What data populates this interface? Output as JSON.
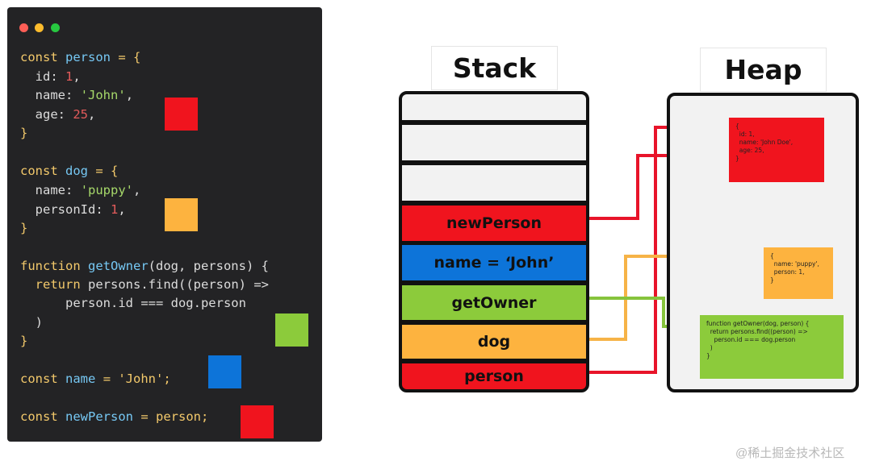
{
  "code": {
    "person_decl": [
      "const",
      "person",
      "= {"
    ],
    "person_id": [
      "id:",
      "1",
      ","
    ],
    "person_name": [
      "name:",
      "'John'",
      ","
    ],
    "person_age": [
      "age:",
      "25",
      ","
    ],
    "close1": "}",
    "dog_decl": [
      "const",
      "dog",
      "= {"
    ],
    "dog_name": [
      "name:",
      "'puppy'",
      ","
    ],
    "dog_personId": [
      "personId:",
      "1",
      ","
    ],
    "close2": "}",
    "fn_decl": [
      "function",
      "getOwner",
      "(dog, persons) {"
    ],
    "fn_return": [
      "return",
      "persons.find((person) =>"
    ],
    "fn_body": "person.id === dog.person",
    "fn_paren": ")",
    "close3": "}",
    "name_decl": [
      "const",
      "name",
      "= 'John';"
    ],
    "newperson_decl": [
      "const",
      "newPerson",
      "= person;"
    ]
  },
  "colors": {
    "red": "#f0141e",
    "orange": "#fdb33f",
    "green": "#8ccb3b",
    "blue": "#0d74d9",
    "wire_red": "#e8142a",
    "wire_orange": "#f6b347",
    "wire_green": "#86c43c"
  },
  "stack": {
    "title": "Stack",
    "slots": [
      {
        "label": "newPerson",
        "color": "red"
      },
      {
        "label": "name = ‘John’",
        "color": "blue"
      },
      {
        "label": "getOwner",
        "color": "green"
      },
      {
        "label": "dog",
        "color": "orange"
      },
      {
        "label": "person",
        "color": "red"
      }
    ]
  },
  "heap": {
    "title": "Heap",
    "person_obj": "{\n  id: 1,\n  name: 'John Doe',\n  age: 25,\n}",
    "dog_obj": "{\n  name: 'puppy',\n  person: 1,\n}",
    "fn_obj": "function getOwner(dog, person) {\n  return persons.find((person) =>\n    person.id === dog.person\n  )\n}"
  },
  "watermark": "@稀土掘金技术社区"
}
